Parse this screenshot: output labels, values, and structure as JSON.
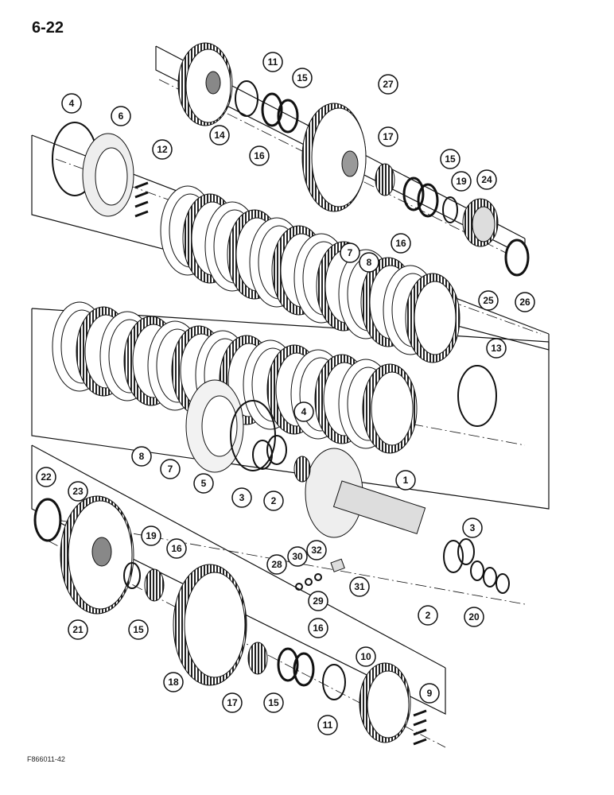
{
  "page_number": "6-22",
  "figure_code": "F866011-42",
  "callouts": [
    "1",
    "2",
    "3",
    "4",
    "5",
    "6",
    "7",
    "8",
    "9",
    "10",
    "11",
    "12",
    "13",
    "14",
    "15",
    "16",
    "17",
    "18",
    "19",
    "20",
    "21",
    "22",
    "23",
    "24",
    "25",
    "26",
    "27",
    "28",
    "29",
    "30",
    "31",
    "32"
  ],
  "callout_instances": [
    {
      "n": "11"
    },
    {
      "n": "15"
    },
    {
      "n": "27"
    },
    {
      "n": "14"
    },
    {
      "n": "16"
    },
    {
      "n": "17"
    },
    {
      "n": "15"
    },
    {
      "n": "19"
    },
    {
      "n": "24"
    },
    {
      "n": "16"
    },
    {
      "n": "25"
    },
    {
      "n": "26"
    },
    {
      "n": "4"
    },
    {
      "n": "6"
    },
    {
      "n": "12"
    },
    {
      "n": "7"
    },
    {
      "n": "8"
    },
    {
      "n": "13"
    },
    {
      "n": "4"
    },
    {
      "n": "8"
    },
    {
      "n": "7"
    },
    {
      "n": "5"
    },
    {
      "n": "3"
    },
    {
      "n": "2"
    },
    {
      "n": "1"
    },
    {
      "n": "22"
    },
    {
      "n": "23"
    },
    {
      "n": "19"
    },
    {
      "n": "16"
    },
    {
      "n": "21"
    },
    {
      "n": "15"
    },
    {
      "n": "32"
    },
    {
      "n": "30"
    },
    {
      "n": "28"
    },
    {
      "n": "29"
    },
    {
      "n": "31"
    },
    {
      "n": "3"
    },
    {
      "n": "2"
    },
    {
      "n": "20"
    },
    {
      "n": "18"
    },
    {
      "n": "17"
    },
    {
      "n": "16"
    },
    {
      "n": "15"
    },
    {
      "n": "10"
    },
    {
      "n": "11"
    },
    {
      "n": "9"
    }
  ],
  "colors": {
    "ink": "#111111",
    "paper": "#ffffff",
    "shade": "#c8c8c8"
  }
}
